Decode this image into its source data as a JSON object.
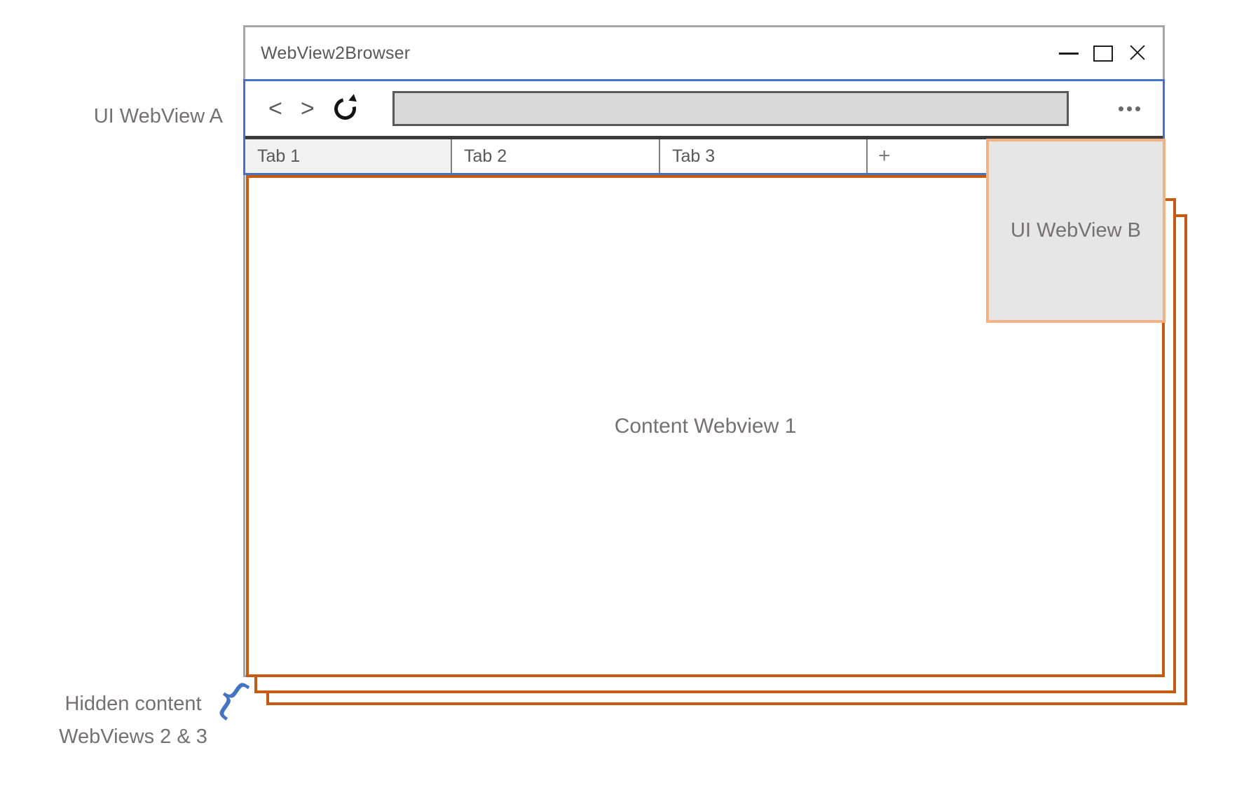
{
  "window": {
    "title": "WebView2Browser"
  },
  "toolbar": {
    "address_value": ""
  },
  "tabs": [
    {
      "label": "Tab 1",
      "active": true
    },
    {
      "label": "Tab 2",
      "active": false
    },
    {
      "label": "Tab 3",
      "active": false
    },
    {
      "label": "+",
      "active": false
    }
  ],
  "content": {
    "label": "Content Webview 1"
  },
  "annotations": {
    "ui_webview_a": "UI WebView A",
    "ui_webview_b": "UI WebView B",
    "hidden_content_line1": "Hidden content",
    "hidden_content_line2": "WebViews 2 & 3"
  },
  "icons": {
    "back": "<",
    "forward": ">",
    "brace": "{"
  },
  "colors": {
    "accent_blue": "#4472C4",
    "orange_dark": "#C55A11",
    "orange_light": "#F4B183",
    "window_border_gray": "#A6A6A6",
    "tab_active_fill": "#F2F2F2",
    "address_bar_fill": "#D9D9D9",
    "label_gray": "#767171",
    "text_gray": "#595959",
    "separator_dark": "#3B3B3B"
  }
}
